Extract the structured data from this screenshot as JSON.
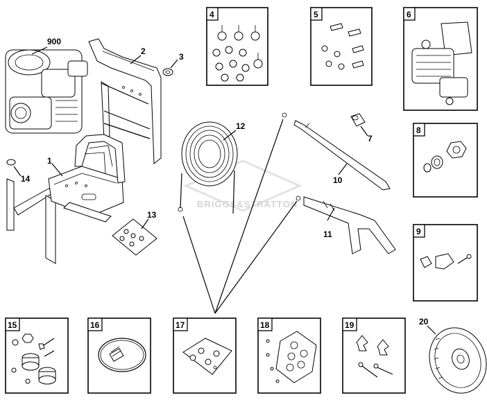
{
  "watermark": "BRIGGS&STRATTON",
  "callouts": {
    "engine": "900",
    "frame": "1",
    "handle": "2",
    "grommet": "3",
    "bumper": "14",
    "hose": "12",
    "nozzle_kit": "13",
    "quick_connect": "7",
    "lance": "10",
    "gun": "11",
    "wheel": "20"
  },
  "kit_boxes": {
    "box4": "4",
    "box5": "5",
    "box6": "6",
    "box8": "8",
    "box9": "9",
    "box15": "15",
    "box16": "16",
    "box17": "17",
    "box18": "18",
    "box19": "19"
  }
}
